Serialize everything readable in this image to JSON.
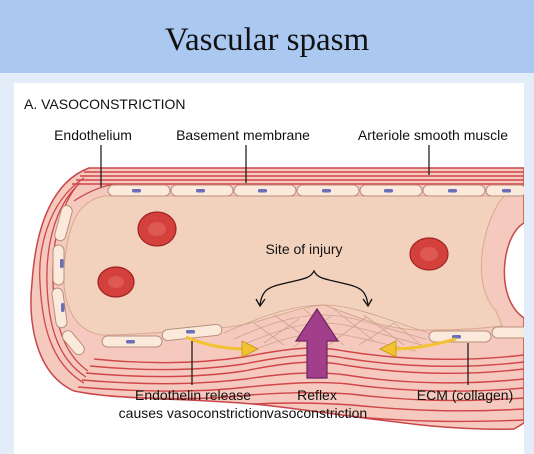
{
  "slide": {
    "title": "Vascular spasm"
  },
  "figure": {
    "panel_label": "A. VASOCONSTRICTION",
    "labels": {
      "endothelium": "Endothelium",
      "basement_membrane": "Basement membrane",
      "smooth_muscle": "Arteriole smooth muscle",
      "site_of_injury": "Site of injury",
      "endothelin_line1": "Endothelin release",
      "endothelin_line2": "causes vasoconstriction",
      "reflex_line1": "Reflex",
      "reflex_line2": "vasoconstriction",
      "ecm": "ECM (collagen)"
    },
    "colors": {
      "title_band": "#aac8f0",
      "slide_background": "#e3edf9",
      "lumen": "#f3d2bd",
      "vessel_wall": "#f6c9be",
      "muscle_line": "#cf4649",
      "red_blood_cell": "#d4403c",
      "endothelial_nucleus": "#6a6fb6",
      "reflex_arrow": "#a23f8a",
      "endothelin_arrow": "#f2c230"
    }
  }
}
